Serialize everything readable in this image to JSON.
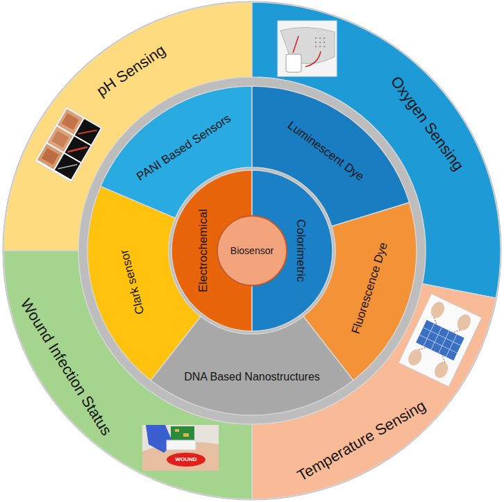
{
  "diagram": {
    "nodes": [
      {
        "text": [
          "Biosensor"
        ]
      },
      {
        "text": [
          "Electrochemical"
        ]
      },
      {
        "text": [
          "Colorimetric"
        ]
      },
      {
        "text": [
          "PANI Based Sensors"
        ]
      },
      {
        "text": [
          "Luminescent Dye"
        ]
      },
      {
        "text": [
          "Fluorescence Dye"
        ]
      },
      {
        "text": [
          "DNA Based Nanostructures"
        ]
      },
      {
        "text": [
          "Clark sensor"
        ]
      },
      {
        "text": [
          "pH Sensing"
        ]
      },
      {
        "text": [
          "Oxygen Sensing"
        ]
      },
      {
        "text": [
          "Temperature Sensing"
        ]
      },
      {
        "text": [
          "Wound Infection Status"
        ]
      }
    ],
    "labels": [
      "WOUND"
    ]
  }
}
